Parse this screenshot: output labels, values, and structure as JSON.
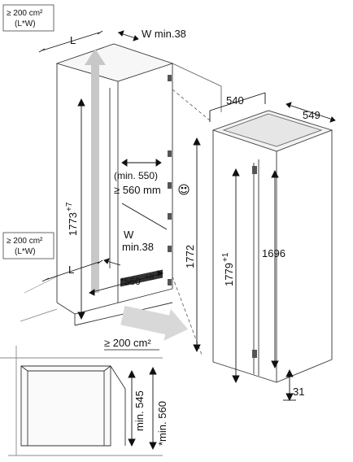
{
  "vent_top": {
    "line1": "≥ 200 cm²",
    "line2": "(L*W)"
  },
  "vent_mid": {
    "line1": "≥ 200 cm²",
    "line2": "(L*W)"
  },
  "vent_bottom": "≥ 200 cm²",
  "niche": {
    "width_top": "W min.38",
    "depth_top": "L",
    "height": "1773",
    "height_tol": "+7",
    "depth_min_a": "(min. 550)",
    "depth_min_b": "≥ 560 mm",
    "width_mid_a": "W",
    "width_mid_b": "min.38",
    "depth_mid": "L",
    "width_bottom": "*560",
    "width_bottom_tol": "+8"
  },
  "appliance": {
    "width": "540",
    "depth": "549",
    "height_total": "1772",
    "height_body": "1779",
    "height_body_tol": "+1",
    "door_height": "1696",
    "plinth_gap": "31"
  },
  "detail": {
    "min_depth": "min. 545",
    "min_depth_star": "*min. 560"
  },
  "icons": {
    "smiley": "smiley-icon"
  }
}
